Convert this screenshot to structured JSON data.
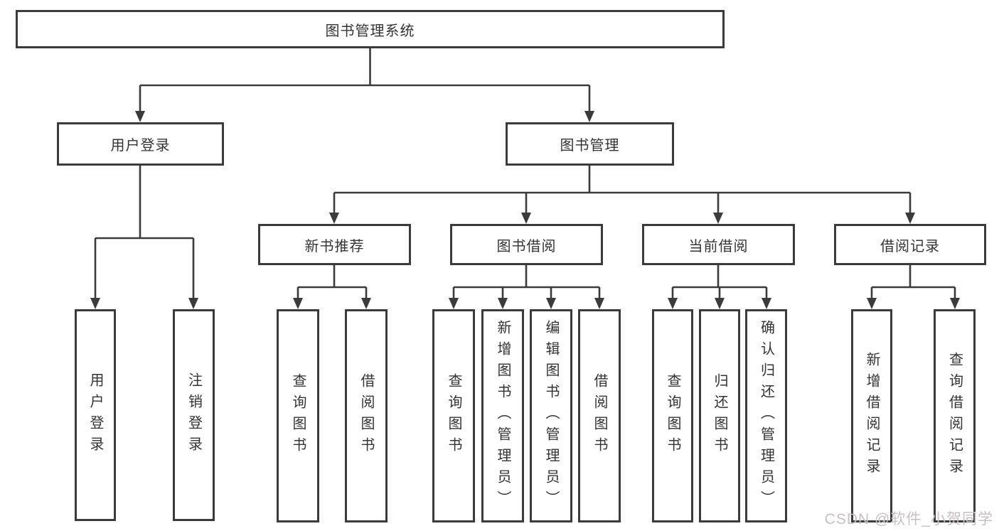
{
  "tree": {
    "root": {
      "label": "图书管理系统",
      "children": [
        {
          "label": "用户登录",
          "children": [
            {
              "label": "用户登录"
            },
            {
              "label": "注销登录"
            }
          ]
        },
        {
          "label": "图书管理",
          "children": [
            {
              "label": "新书推荐",
              "children": [
                {
                  "label": "查询图书"
                },
                {
                  "label": "借阅图书"
                }
              ]
            },
            {
              "label": "图书借阅",
              "children": [
                {
                  "label": "查询图书"
                },
                {
                  "label": "新增图书（管理员）"
                },
                {
                  "label": "编辑图书（管理员）"
                },
                {
                  "label": "借阅图书"
                }
              ]
            },
            {
              "label": "当前借阅",
              "children": [
                {
                  "label": "查询图书"
                },
                {
                  "label": "归还图书"
                },
                {
                  "label": "确认归还（管理员）"
                }
              ]
            },
            {
              "label": "借阅记录",
              "children": [
                {
                  "label": "新增借阅记录"
                },
                {
                  "label": "查询借阅记录"
                }
              ]
            }
          ]
        }
      ]
    }
  },
  "watermark": {
    "text": "CSDN @软件_小贺同学"
  },
  "colors": {
    "line": "#3b3b3b",
    "text": "#333333",
    "watermark": "#c6c0c3",
    "background": "#ffffff"
  }
}
